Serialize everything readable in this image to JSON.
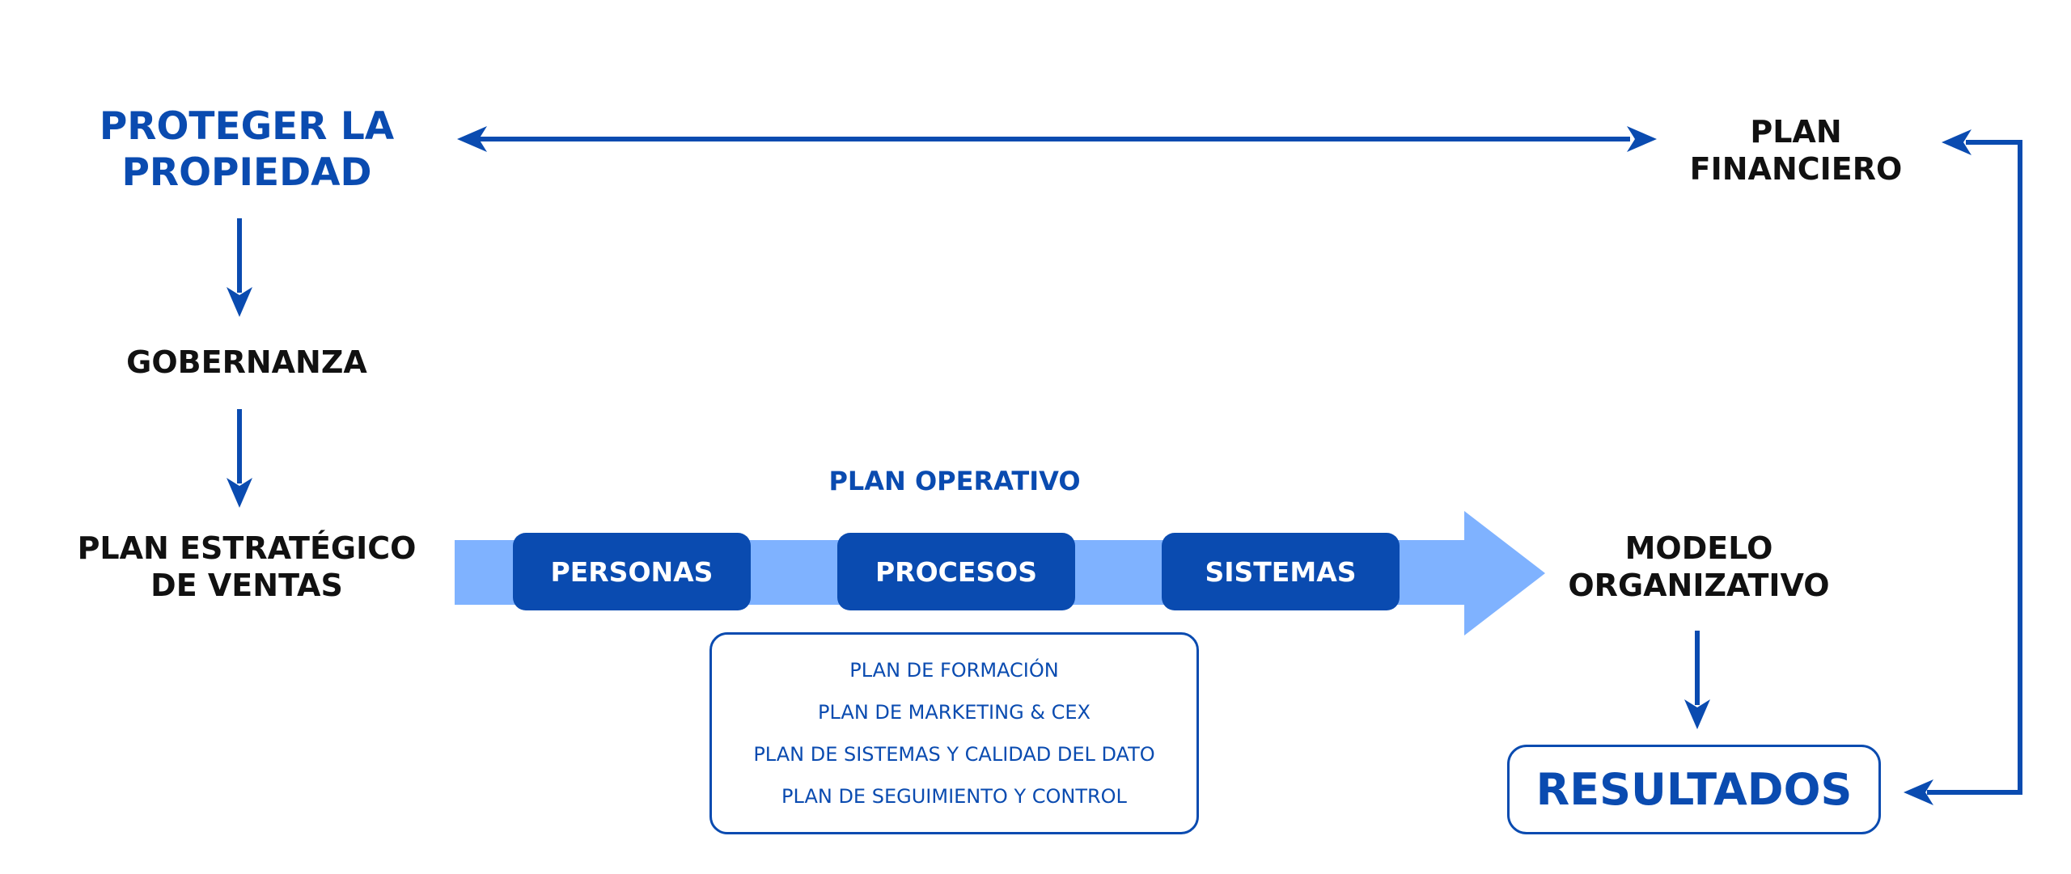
{
  "nodes": {
    "proteger": {
      "line1": "PROTEGER LA",
      "line2": "PROPIEDAD"
    },
    "gobernanza": "GOBERNANZA",
    "plan_estrategico": {
      "line1": "PLAN ESTRATÉGICO",
      "line2": "DE VENTAS"
    },
    "plan_financiero": {
      "line1": "PLAN",
      "line2": "FINANCIERO"
    },
    "modelo_organizativo": {
      "line1": "MODELO",
      "line2": "ORGANIZATIVO"
    },
    "resultados": "RESULTADOS"
  },
  "plan_operativo": {
    "title": "PLAN OPERATIVO",
    "stages": [
      "PERSONAS",
      "PROCESOS",
      "SISTEMAS"
    ],
    "plans": [
      "PLAN DE FORMACIÓN",
      "PLAN DE MARKETING & CEX",
      "PLAN DE SISTEMAS Y CALIDAD DEL DATO",
      "PLAN DE SEGUIMIENTO Y CONTROL"
    ]
  },
  "colors": {
    "primary": "#0a4bb0",
    "arrow_band": "#7fb2ff",
    "text_dark": "#111111",
    "background": "#ffffff"
  }
}
